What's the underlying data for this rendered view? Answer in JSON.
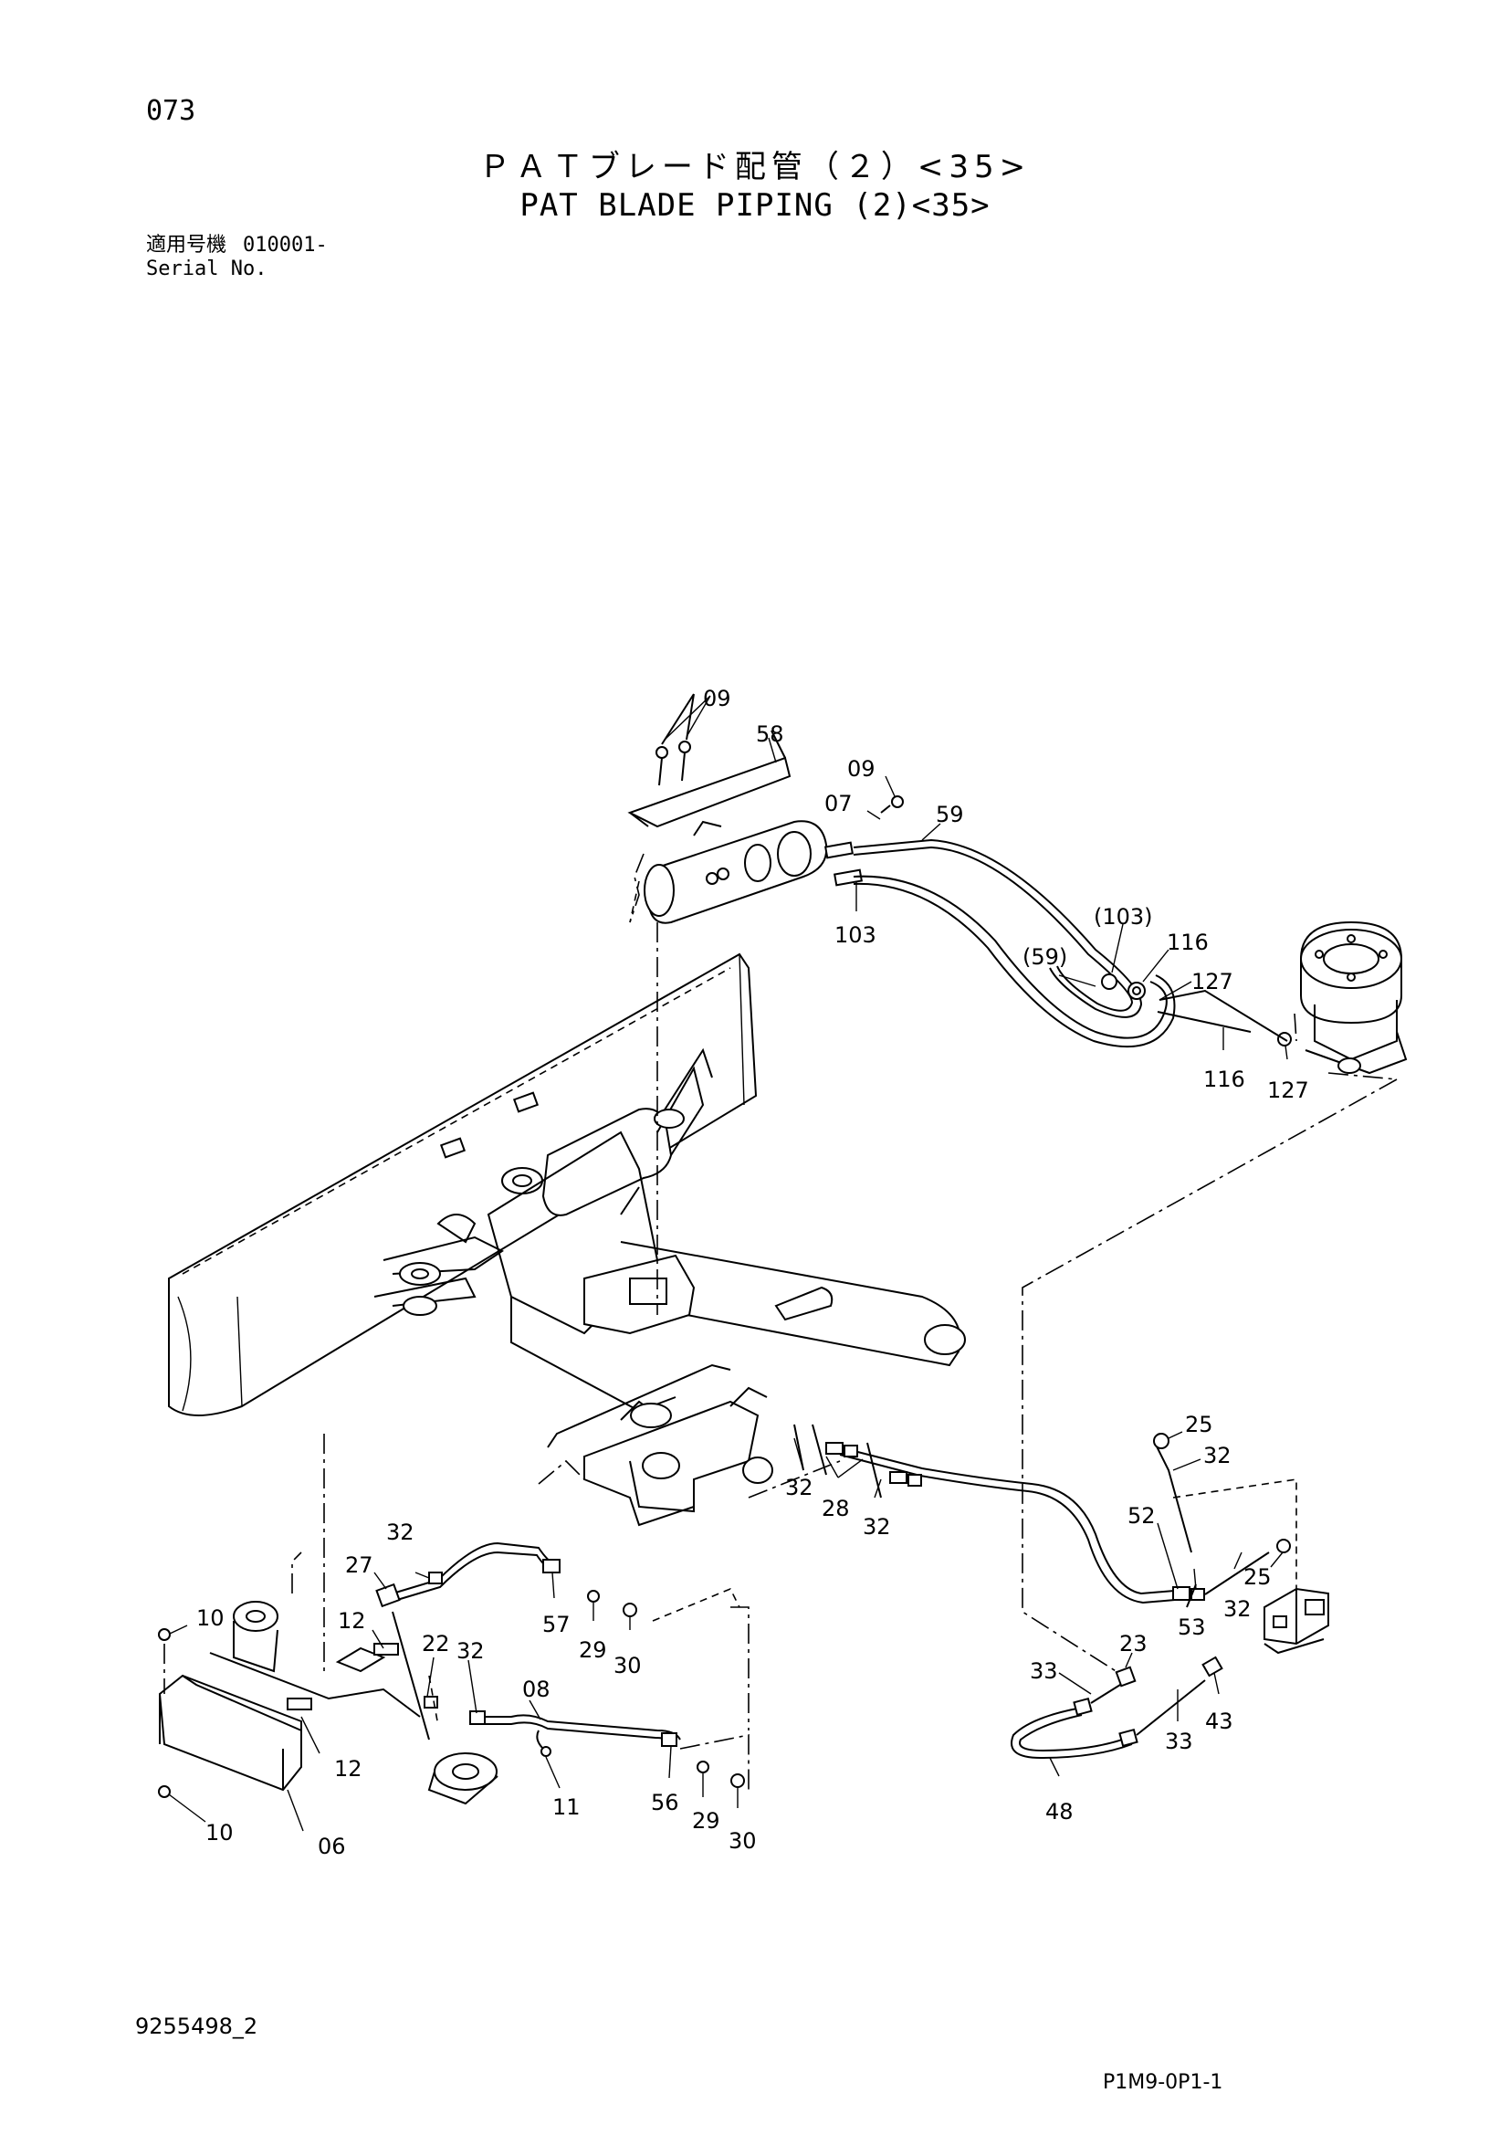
{
  "header": {
    "page_number": "073",
    "title_jp": "ＰＡＴブレード配管（２）<35>",
    "title_en": "PAT BLADE PIPING (2)<35>",
    "serial_label_jp": "適用号機",
    "serial_value": "010001-",
    "serial_label_en": "Serial No."
  },
  "callouts": {
    "c09a": "09",
    "c58": "58",
    "c09b": "09",
    "c07": "07",
    "c59": "59",
    "c103": "103",
    "c103p": "(103)",
    "c59p": "(59)",
    "c116a": "116",
    "c127a": "127",
    "c116b": "116",
    "c127b": "127",
    "c25a": "25",
    "c32a": "32",
    "c32b": "32",
    "c28": "28",
    "c32c": "32",
    "c52": "52",
    "c25b": "25",
    "c53": "53",
    "c32d": "32",
    "c27": "27",
    "c32e": "32",
    "c57": "57",
    "c29a": "29",
    "c30a": "30",
    "c10a": "10",
    "c12a": "12",
    "c22": "22",
    "c32f": "32",
    "c08": "08",
    "c11": "11",
    "c56": "56",
    "c29b": "29",
    "c30b": "30",
    "c12b": "12",
    "c10b": "10",
    "c06": "06",
    "c23": "23",
    "c33a": "33",
    "c33b": "33",
    "c43": "43",
    "c48": "48"
  },
  "footer": {
    "doc_number": "9255498_2",
    "code": "P1M9-0P1-1"
  }
}
